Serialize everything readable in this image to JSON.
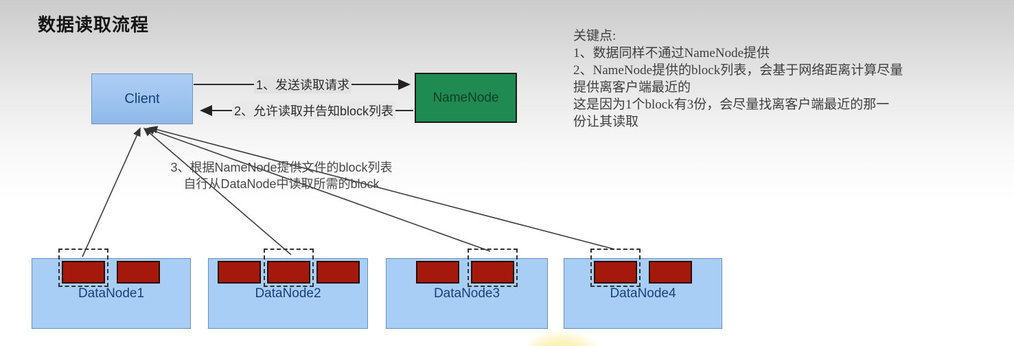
{
  "title": "数据读取流程",
  "diagram": {
    "client": {
      "label": "Client"
    },
    "namenode": {
      "label": "NameNode"
    },
    "arrow1_label": "1、发送读取请求",
    "arrow2_label": "2、允许读取并告知block列表",
    "step3_line1": "3、根据NameNode提供文件的block列表",
    "step3_line2": "自行从DataNode中读取所需的block",
    "datanodes": [
      {
        "label": "DataNode1",
        "blocks": [
          {
            "selected": true
          },
          {
            "selected": false
          }
        ]
      },
      {
        "label": "DataNode2",
        "blocks": [
          {
            "selected": false
          },
          {
            "selected": true
          },
          {
            "selected": false
          }
        ]
      },
      {
        "label": "DataNode3",
        "blocks": [
          {
            "selected": false
          },
          {
            "selected": true
          }
        ]
      },
      {
        "label": "DataNode4",
        "blocks": [
          {
            "selected": true
          },
          {
            "selected": false
          }
        ]
      }
    ]
  },
  "notes": {
    "lines": [
      "关键点:",
      "1、数据同样不通过NameNode提供",
      "2、NameNode提供的block列表，会基于网络距离计算尽量",
      "提供离客户端最近的",
      "这是因为1个block有3份，会尽量找离客户端最近的那一",
      "份让其读取"
    ]
  },
  "colors": {
    "client_fill": "#9dc4ef",
    "namenode_fill": "#1f8a52",
    "datanode_fill": "#a9cef5",
    "block_fill": "#a5180c"
  }
}
